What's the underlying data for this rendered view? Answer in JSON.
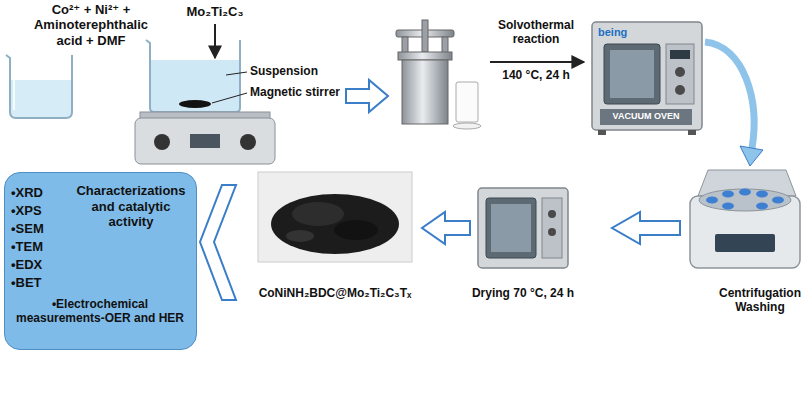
{
  "diagram": {
    "nodes": [
      {
        "text": [
          "Characterizations and catalytic activity",
          "•XRD",
          "•XPS",
          "•SEM",
          "•TEM",
          "•EDX",
          "•BET",
          "•Electrochemical measurements-OER and HER"
        ]
      }
    ],
    "labels": [
      "Co²⁺ + Ni²⁺ + Aminoterephthalic acid + DMF",
      "Mo₂Ti₂C₃",
      "Suspension",
      "Magnetic stirrer",
      "Solvothermal reaction",
      "140 °C, 24 h",
      "being",
      "VACUUM OVEN",
      "Centrifugation Washing",
      "Drying 70 °C, 24 h",
      "CoNiNH₂BDC@Mo₂Ti₂C₃Tₓ"
    ]
  }
}
